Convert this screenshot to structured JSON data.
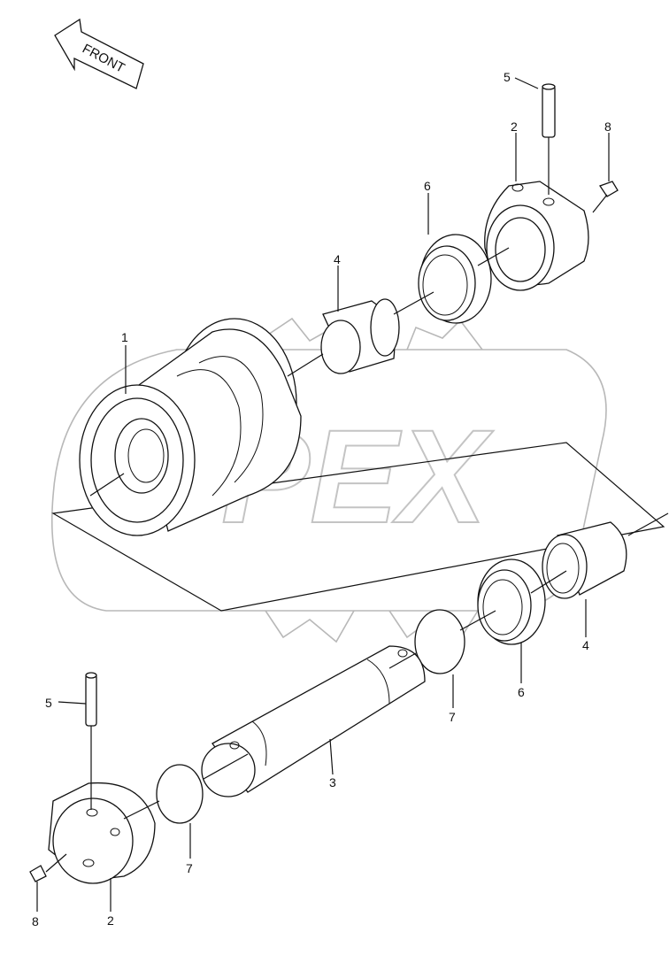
{
  "watermark": {
    "text": "PEX"
  },
  "orientation": {
    "label": "FRONT"
  },
  "callouts": [
    {
      "id": "c1",
      "label": "1"
    },
    {
      "id": "c2a",
      "label": "2"
    },
    {
      "id": "c2b",
      "label": "2"
    },
    {
      "id": "c3",
      "label": "3"
    },
    {
      "id": "c4a",
      "label": "4"
    },
    {
      "id": "c4b",
      "label": "4"
    },
    {
      "id": "c5a",
      "label": "5"
    },
    {
      "id": "c5b",
      "label": "5"
    },
    {
      "id": "c6a",
      "label": "6"
    },
    {
      "id": "c6b",
      "label": "6"
    },
    {
      "id": "c7a",
      "label": "7"
    },
    {
      "id": "c7b",
      "label": "7"
    },
    {
      "id": "c8a",
      "label": "8"
    },
    {
      "id": "c8b",
      "label": "8"
    }
  ]
}
